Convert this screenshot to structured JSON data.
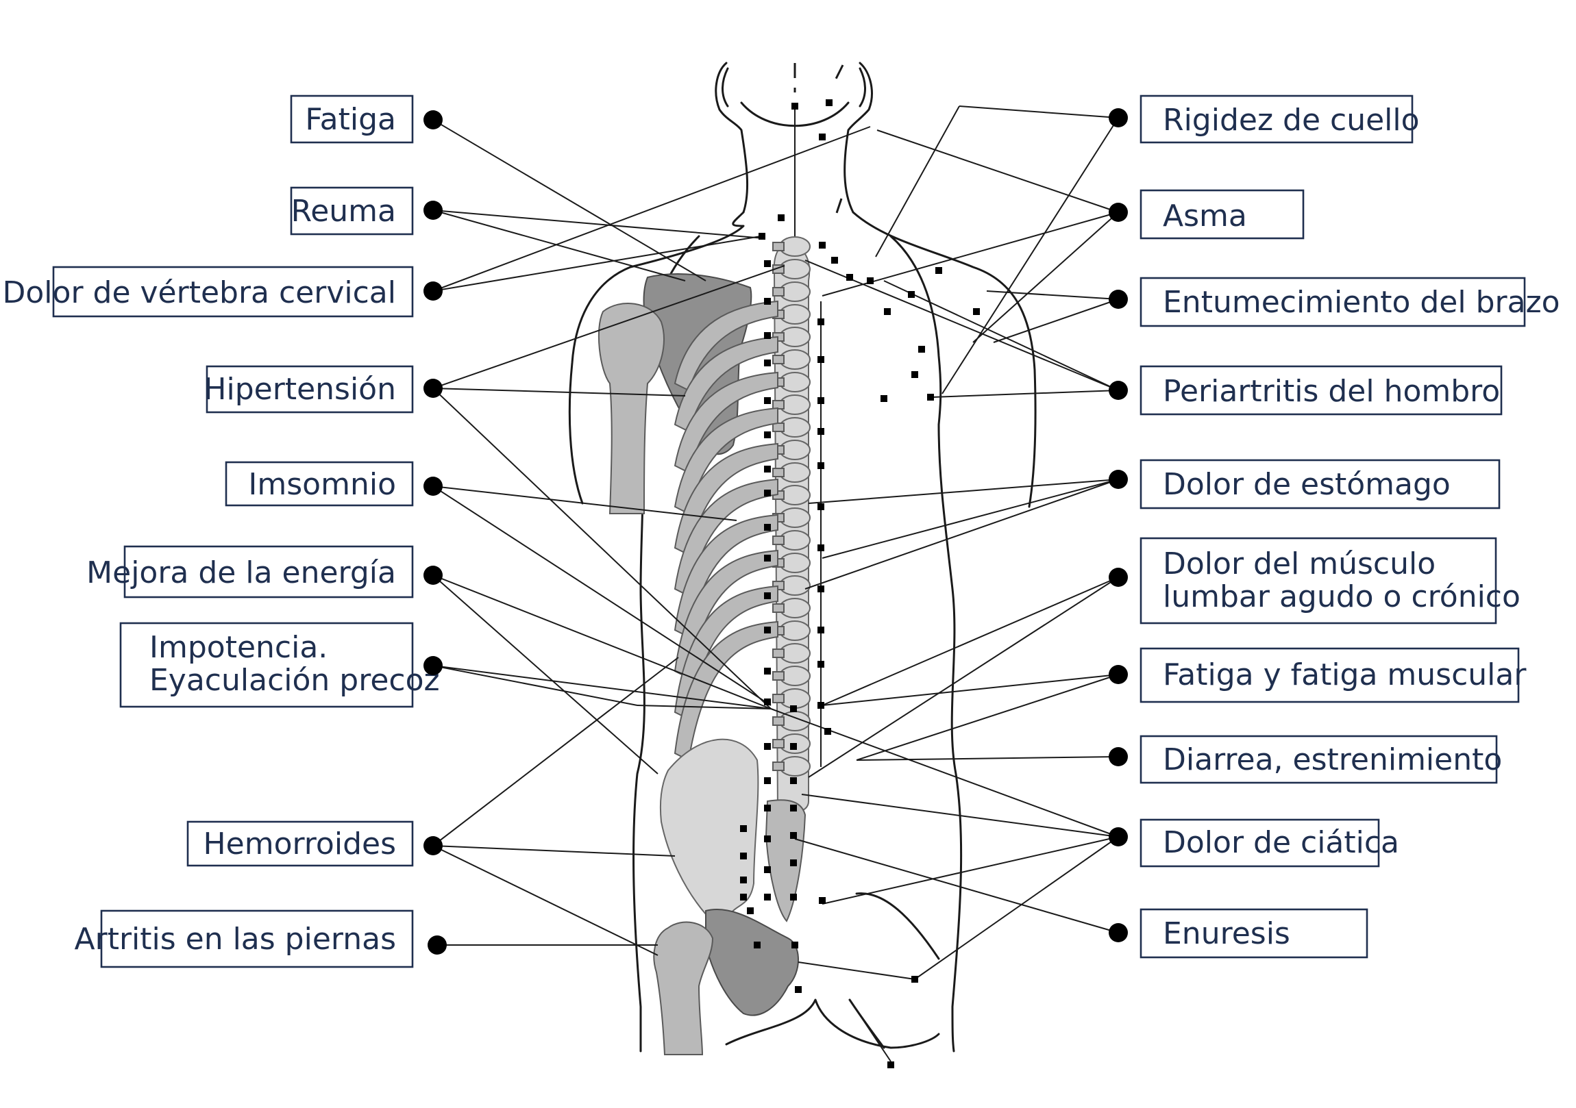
{
  "left_labels": [
    {
      "id": "fatiga",
      "text": "Fatiga"
    },
    {
      "id": "reuma",
      "text": "Reuma"
    },
    {
      "id": "dolor-vertebra-cervical",
      "text": "Dolor de vértebra cervical"
    },
    {
      "id": "hipertension",
      "text": "Hipertensión"
    },
    {
      "id": "imsomnio",
      "text": "Imsomnio"
    },
    {
      "id": "mejora-energia",
      "text": "Mejora de la energía"
    },
    {
      "id": "impotencia",
      "lines": [
        "Impotencia.",
        "Eyaculación precoz"
      ]
    },
    {
      "id": "hemorroides",
      "text": "Hemorroides"
    },
    {
      "id": "artritis-piernas",
      "text": "Artritis en las piernas"
    }
  ],
  "right_labels": [
    {
      "id": "rigidez-cuello",
      "text": "Rigidez de cuello"
    },
    {
      "id": "asma",
      "text": "Asma"
    },
    {
      "id": "entumecimiento-brazo",
      "text": "Entumecimiento del brazo"
    },
    {
      "id": "periartritis-hombro",
      "text": "Periartritis del hombro"
    },
    {
      "id": "dolor-estomago",
      "text": "Dolor de estómago"
    },
    {
      "id": "dolor-musculo-lumbar",
      "lines": [
        "Dolor del músculo",
        "lumbar agudo o crónico"
      ]
    },
    {
      "id": "fatiga-muscular",
      "text": "Fatiga y fatiga muscular"
    },
    {
      "id": "diarrea",
      "text": "Diarrea, estrenimiento"
    },
    {
      "id": "dolor-ciatica",
      "text": "Dolor de ciática"
    },
    {
      "id": "enuresis",
      "text": "Enuresis"
    }
  ],
  "colors": {
    "box_border": "#1f2f4f",
    "label_text": "#1f2f4f",
    "bone": "#b9b9b9",
    "line": "#1a1a1a"
  }
}
